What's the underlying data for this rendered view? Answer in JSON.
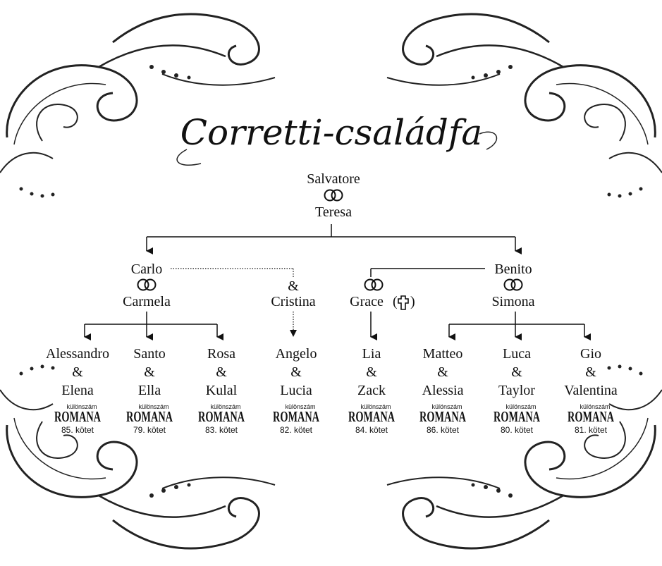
{
  "title": "Corretti-családfa",
  "ornament": {
    "color": "#222222",
    "name": "scroll-ornament"
  },
  "root": {
    "partner1": "Salvatore",
    "partner2": "Teresa"
  },
  "generation2": [
    {
      "id": "carlo",
      "partner1": "Carlo",
      "partner2": "Carmela",
      "second_partner": "Cristina",
      "second_joiner": "&"
    },
    {
      "id": "benito",
      "partner1": "Benito",
      "partner2": "Simona",
      "first_partner": "Grace",
      "first_partner_mark": "deceased-cross-icon"
    }
  ],
  "children": [
    {
      "line1": "Alessandro",
      "joiner": "&",
      "line2": "Elena",
      "badge_top": "különszám",
      "badge_brand": "ROMANA",
      "volume": "85. kötet"
    },
    {
      "line1": "Santo",
      "joiner": "&",
      "line2": "Ella",
      "badge_top": "különszám",
      "badge_brand": "ROMANA",
      "volume": "79. kötet"
    },
    {
      "line1": "Rosa",
      "joiner": "&",
      "line2": "Kulal",
      "badge_top": "különszám",
      "badge_brand": "ROMANA",
      "volume": "83. kötet"
    },
    {
      "line1": "Angelo",
      "joiner": "&",
      "line2": "Lucia",
      "badge_top": "különszám",
      "badge_brand": "ROMANA",
      "volume": "82. kötet"
    },
    {
      "line1": "Lia",
      "joiner": "&",
      "line2": "Zack",
      "badge_top": "különszám",
      "badge_brand": "ROMANA",
      "volume": "84. kötet"
    },
    {
      "line1": "Matteo",
      "joiner": "&",
      "line2": "Alessia",
      "badge_top": "különszám",
      "badge_brand": "ROMANA",
      "volume": "86. kötet"
    },
    {
      "line1": "Luca",
      "joiner": "&",
      "line2": "Taylor",
      "badge_top": "különszám",
      "badge_brand": "ROMANA",
      "volume": "80. kötet"
    },
    {
      "line1": "Gio",
      "joiner": "&",
      "line2": "Valentina",
      "badge_top": "különszám",
      "badge_brand": "ROMANA",
      "volume": "81. kötet"
    }
  ]
}
